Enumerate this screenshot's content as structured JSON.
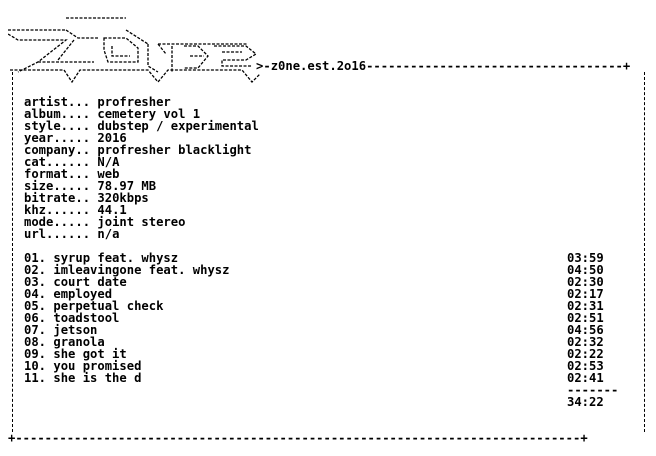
{
  "header": {
    "tagline": "z0ne.est.2o16"
  },
  "release": {
    "fields": [
      {
        "key": "artist...",
        "value": "profresher"
      },
      {
        "key": "album....",
        "value": "cemetery vol 1"
      },
      {
        "key": "style....",
        "value": "dubstep / experimental"
      },
      {
        "key": "year.....",
        "value": "2016"
      },
      {
        "key": "company..",
        "value": "profresher blacklight"
      },
      {
        "key": "cat......",
        "value": "N/A"
      },
      {
        "key": "format...",
        "value": "web"
      },
      {
        "key": "size.....",
        "value": "78.97 MB"
      },
      {
        "key": "bitrate..",
        "value": "320kbps"
      },
      {
        "key": "khz......",
        "value": "44.1"
      },
      {
        "key": "mode.....",
        "value": "joint stereo"
      },
      {
        "key": "url......",
        "value": "n/a"
      }
    ]
  },
  "tracklist": {
    "tracks": [
      {
        "num": "01.",
        "title": "syrup feat. whysz",
        "time": "03:59"
      },
      {
        "num": "02.",
        "title": "imleavingone feat. whysz",
        "time": "04:50"
      },
      {
        "num": "03.",
        "title": "court date",
        "time": "02:30"
      },
      {
        "num": "04.",
        "title": "employed",
        "time": "02:17"
      },
      {
        "num": "05.",
        "title": "perpetual check",
        "time": "02:31"
      },
      {
        "num": "06.",
        "title": "toadstool",
        "time": "02:51"
      },
      {
        "num": "07.",
        "title": "jetson",
        "time": "04:56"
      },
      {
        "num": "08.",
        "title": "granola",
        "time": "02:32"
      },
      {
        "num": "09.",
        "title": "she got it",
        "time": "02:22"
      },
      {
        "num": "10.",
        "title": "you promised",
        "time": "02:53"
      },
      {
        "num": "11.",
        "title": "she is the d",
        "time": "02:41"
      }
    ],
    "separator": "-------",
    "total": "34:22"
  },
  "frame": {
    "top_rule": "-----------------------------------+",
    "bottom_rule": "+-----------------------------------------------------------------------------+"
  }
}
